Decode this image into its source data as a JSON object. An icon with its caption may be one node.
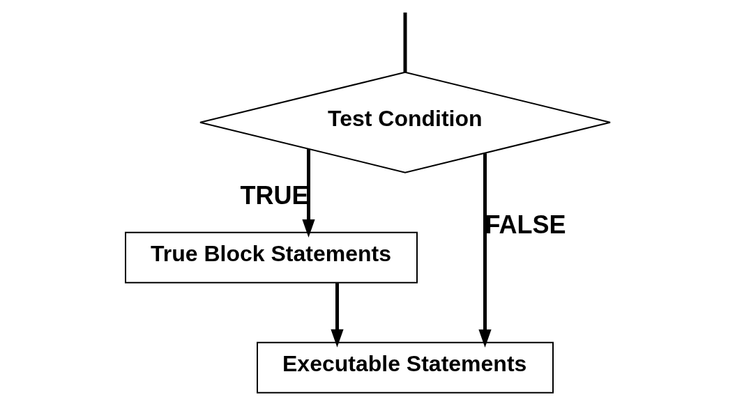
{
  "diagram": {
    "nodes": [
      {
        "text": [
          "Test Condition"
        ]
      },
      {
        "text": [
          "True Block Statements"
        ]
      },
      {
        "text": [
          "Executable Statements"
        ]
      }
    ],
    "edges": [
      {
        "from": null,
        "to": 0,
        "arrow": "none"
      },
      {
        "from": 0,
        "to": 1,
        "arrow": "to",
        "label": "TRUE"
      },
      {
        "from": 0,
        "to": 2,
        "arrow": "to",
        "label": "FALSE"
      },
      {
        "from": 1,
        "to": 2,
        "arrow": "to"
      }
    ]
  }
}
